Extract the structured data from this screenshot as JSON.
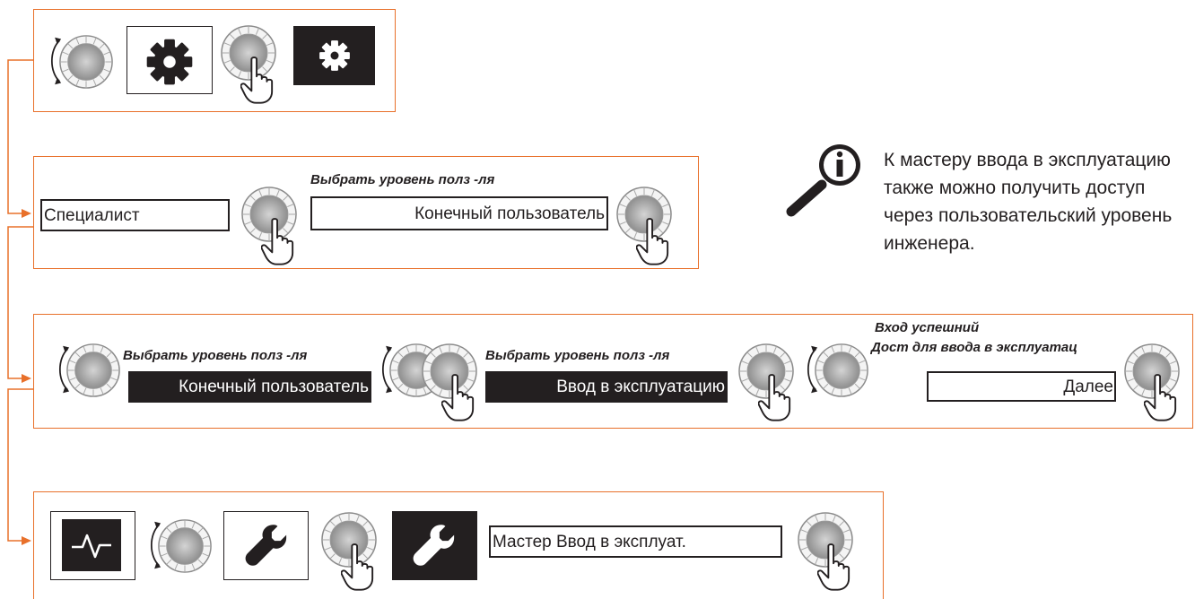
{
  "steps": [
    {
      "id": 1
    },
    {
      "id": 2,
      "specialist_field": "Специалист",
      "select_label": "Выбрать уровень полз -ля",
      "selected_value": "Конечный пользователь"
    },
    {
      "id": 3,
      "select_label_1": "Выбрать уровень полз -ля",
      "value_1": "Конечный пользователь",
      "select_label_2": "Выбрать уровень полз -ля",
      "value_2": "Ввод в эксплуатацию",
      "status_line_1": "Вход успешний",
      "status_line_2": "Дост для ввода в эксплуатац",
      "next_button": "Далее"
    },
    {
      "id": 4,
      "wizard_field": "Мастер Ввод в эксплуат."
    }
  ],
  "info_note": {
    "icon": "info-magnifier-icon",
    "text": "К мастеру ввода в эксплуатацию также можно получить доступ через пользовательский уровень инженера."
  },
  "colors": {
    "accent": "#e8702a",
    "ink": "#231f20"
  },
  "icons": [
    "rotate-arrows-icon",
    "dial-knob-icon",
    "gear-icon",
    "press-hand-icon",
    "pulse-icon",
    "wrench-icon"
  ]
}
